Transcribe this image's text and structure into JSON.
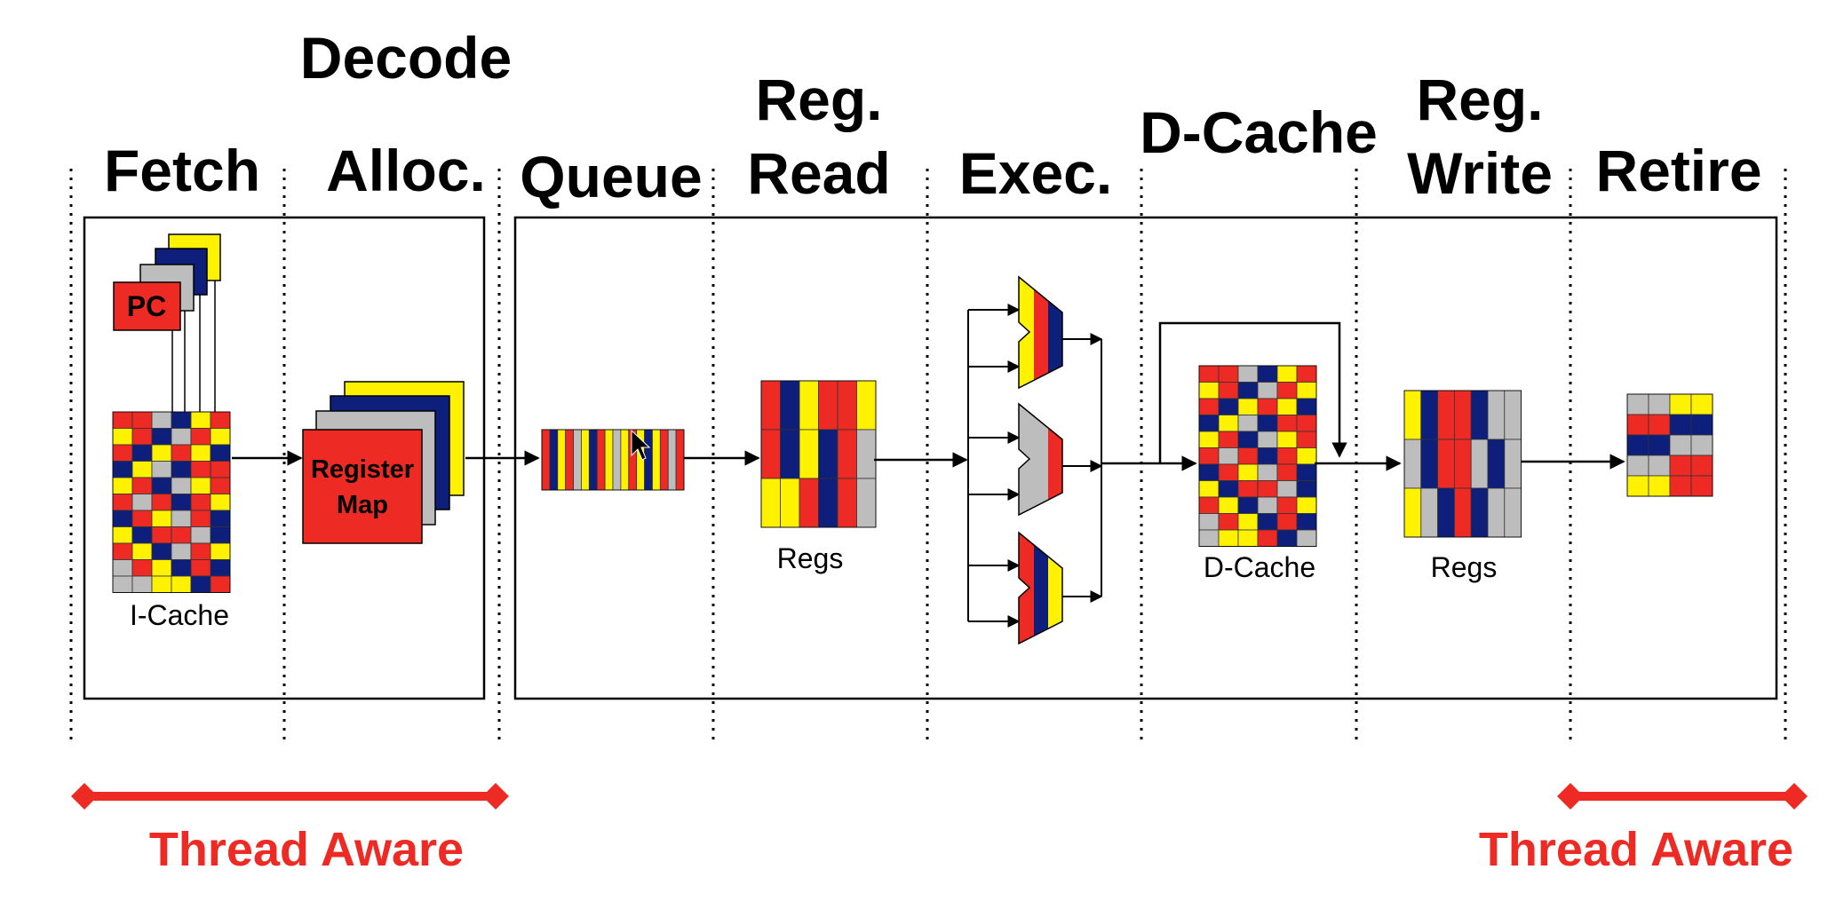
{
  "stages": {
    "fetch": "Fetch",
    "decode_top": "Decode",
    "decode_bottom": "Alloc.",
    "queue": "Queue",
    "regread_top": "Reg.",
    "regread_bottom": "Read",
    "exec": "Exec.",
    "dcache": "D-Cache",
    "regwrite_top": "Reg.",
    "regwrite_bottom": "Write",
    "retire": "Retire"
  },
  "units": {
    "pc": "PC",
    "icache": "I-Cache",
    "regmap_top": "Register",
    "regmap_bottom": "Map",
    "regs_read": "Regs",
    "dcache": "D-Cache",
    "regs_write": "Regs"
  },
  "thread_aware": {
    "left": "Thread Aware",
    "right": "Thread Aware"
  },
  "colors": {
    "red": "#ee2a24",
    "blue": "#0d1f7a",
    "yellow": "#fff200",
    "gray": "#bdbdbd",
    "arrow_red": "#ee2a24"
  },
  "patterns": {
    "icache": [
      "RRGBYR",
      "YRBGRY",
      "RBYRYB",
      "BYGBRR",
      "YRBGYR",
      "RGRBRY",
      "BRYGRB",
      "YBRRGB",
      "RYBGRY",
      "GRYBRB",
      "GGYYBR"
    ],
    "queue": "RBYRGYBRYGYRYBYRGR",
    "regs_read": [
      "RBYRRY",
      "RBYBRG",
      "YYRBRG"
    ],
    "dcache": [
      "RRGBYR",
      "YRBGRY",
      "RBYRYB",
      "BYGBRR",
      "YRBGYR",
      "RGRBRY",
      "BRYGRB",
      "YBRRGB",
      "RYBGRY",
      "GRYBRB",
      "GYYRBG"
    ],
    "regs_write": [
      "YBRRBGG",
      "GBRRGBG",
      "YGBRBGG"
    ],
    "retire": [
      "GGYY",
      "RRBB",
      "BBGG",
      "GGRR",
      "YYRR"
    ]
  }
}
